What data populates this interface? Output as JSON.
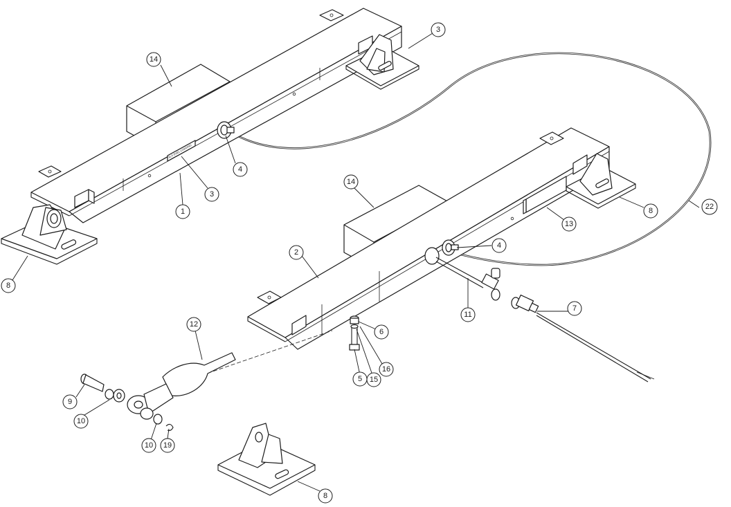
{
  "callouts": [
    {
      "id": "c14a",
      "text": "14"
    },
    {
      "id": "c3a",
      "text": "3"
    },
    {
      "id": "c4a",
      "text": "4"
    },
    {
      "id": "c3b",
      "text": "3"
    },
    {
      "id": "c1",
      "text": "1"
    },
    {
      "id": "c8a",
      "text": "8"
    },
    {
      "id": "c14b",
      "text": "14"
    },
    {
      "id": "c8b",
      "text": "8"
    },
    {
      "id": "c22",
      "text": "22"
    },
    {
      "id": "c13",
      "text": "13"
    },
    {
      "id": "c2",
      "text": "2"
    },
    {
      "id": "c4b",
      "text": "4"
    },
    {
      "id": "c11",
      "text": "11"
    },
    {
      "id": "c7",
      "text": "7"
    },
    {
      "id": "c6",
      "text": "6"
    },
    {
      "id": "c16",
      "text": "16"
    },
    {
      "id": "c5",
      "text": "5"
    },
    {
      "id": "c15",
      "text": "15"
    },
    {
      "id": "c12",
      "text": "12"
    },
    {
      "id": "c9",
      "text": "9"
    },
    {
      "id": "c10a",
      "text": "10"
    },
    {
      "id": "c10b",
      "text": "10"
    },
    {
      "id": "c19",
      "text": "19"
    },
    {
      "id": "c8c",
      "text": "8"
    }
  ],
  "nameplate_text": "XLS EXEL LOADING"
}
